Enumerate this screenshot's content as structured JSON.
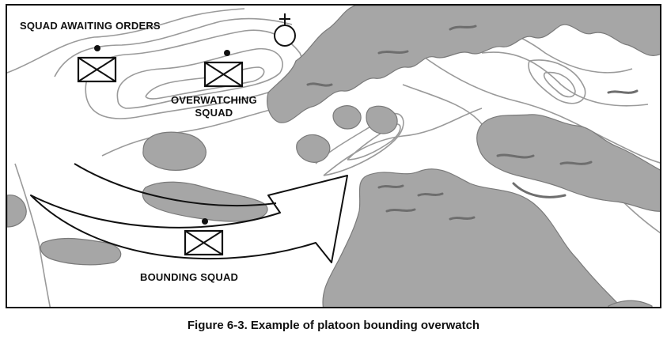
{
  "figure": {
    "caption": "Figure 6-3. Example of platoon bounding overwatch"
  },
  "map": {
    "labels": {
      "squad_awaiting_orders": "SQUAD AWAITING ORDERS",
      "overwatching_line1": "OVERWATCHING",
      "overwatching_line2": "SQUAD",
      "bounding_squad": "BOUNDING SQUAD"
    },
    "symbols": [
      {
        "name": "squad-awaiting-orders",
        "type": "infantry-squad"
      },
      {
        "name": "overwatching-squad",
        "type": "infantry-squad"
      },
      {
        "name": "bounding-squad",
        "type": "infantry-squad"
      },
      {
        "name": "platoon-leader",
        "type": "leader"
      }
    ],
    "colors": {
      "vegetation": "#a6a6a6",
      "vegetation_edge": "#7a7a7a",
      "contour": "#9a9a9a",
      "symbol": "#111111"
    }
  }
}
